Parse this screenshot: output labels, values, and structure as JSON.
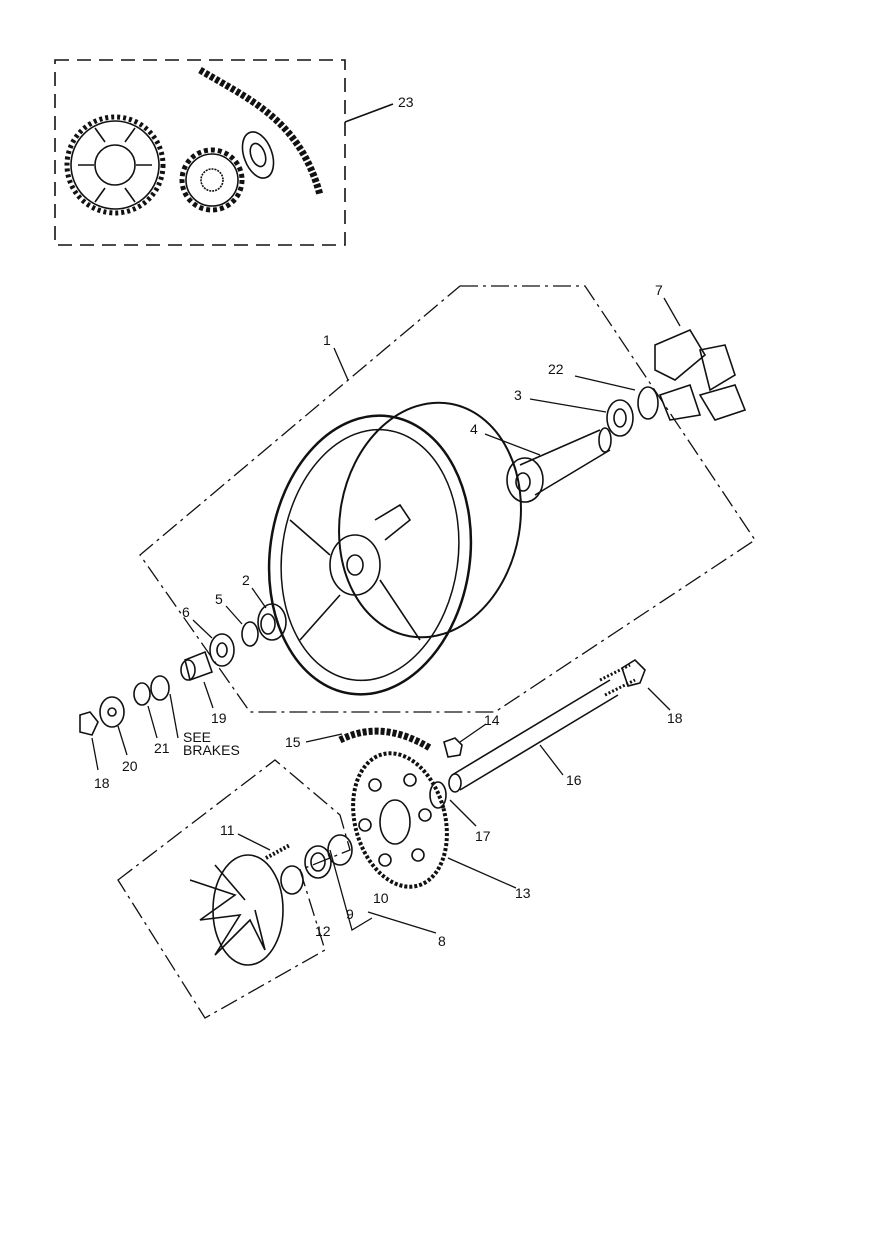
{
  "diagram": {
    "callouts": {
      "c1": "1",
      "c2": "2",
      "c3": "3",
      "c4": "4",
      "c5": "5",
      "c6": "6",
      "c7": "7",
      "c8": "8",
      "c9": "9",
      "c10": "10",
      "c11": "11",
      "c12": "12",
      "c13": "13",
      "c14": "14",
      "c15": "15",
      "c16": "16",
      "c17": "17",
      "c18a": "18",
      "c18b": "18",
      "c19": "19",
      "c20": "20",
      "c21": "21",
      "c22": "22",
      "c23": "23"
    },
    "note": {
      "line1": "SEE",
      "line2": "BRAKES"
    }
  }
}
